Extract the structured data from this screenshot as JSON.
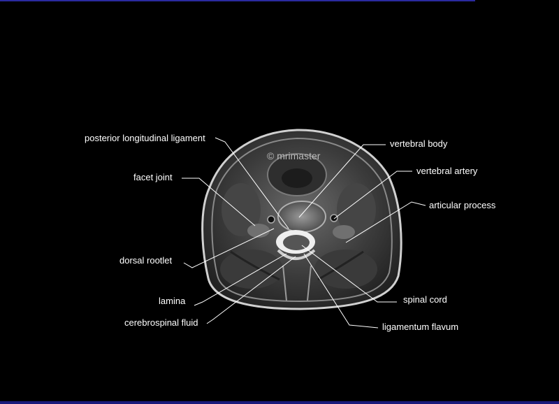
{
  "watermark": "© mrimaster",
  "labels": {
    "posterior_longitudinal_ligament": "posterior longitudinal ligament",
    "facet_joint": "facet joint",
    "dorsal_rootlet": "dorsal rootlet",
    "lamina": "lamina",
    "cerebrospinal_fluid": "cerebrospinal fluid",
    "vertebral_body": "vertebral body",
    "vertebral_artery": "vertebral artery",
    "articular_process": "articular process",
    "spinal_cord": "spinal cord",
    "ligamentum_flavum": "ligamentum flavum"
  },
  "colors": {
    "background": "#000000",
    "label_text": "#ffffff",
    "leader_line": "#ffffff",
    "top_bar": "#2a2aa0",
    "bottom_bar": "#1a1a7a"
  }
}
